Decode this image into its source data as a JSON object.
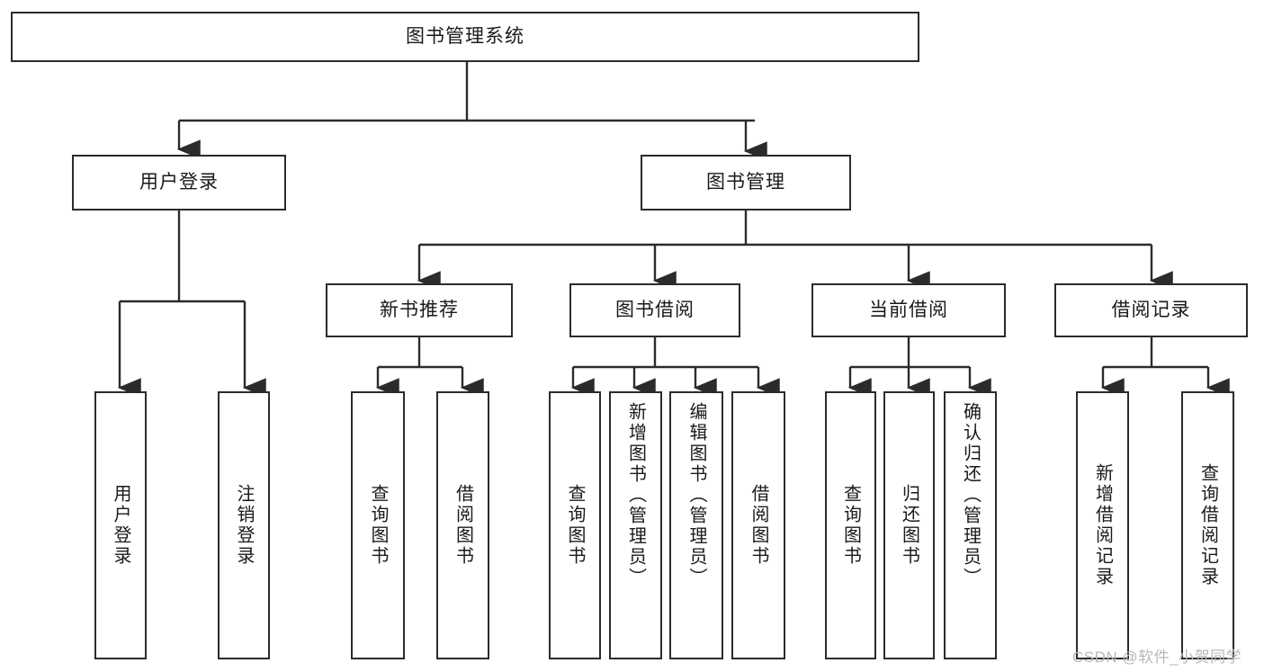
{
  "diagram": {
    "title": "图书管理系统",
    "type": "tree",
    "root": {
      "id": "root",
      "label": "图书管理系统"
    },
    "level1": [
      {
        "id": "user-login",
        "label": "用户登录"
      },
      {
        "id": "book-manage",
        "label": "图书管理"
      }
    ],
    "level2": [
      {
        "id": "new-book-recommend",
        "label": "新书推荐",
        "parent": "book-manage"
      },
      {
        "id": "book-borrow",
        "label": "图书借阅",
        "parent": "book-manage"
      },
      {
        "id": "current-borrow",
        "label": "当前借阅",
        "parent": "book-manage"
      },
      {
        "id": "borrow-record",
        "label": "借阅记录",
        "parent": "book-manage"
      }
    ],
    "leaves": {
      "user_login": [
        {
          "id": "leaf-user-login",
          "label": "用户登录"
        },
        {
          "id": "leaf-logout",
          "label": "注销登录"
        }
      ],
      "new_book_recommend": [
        {
          "id": "leaf-query-book-1",
          "label": "查询图书"
        },
        {
          "id": "leaf-borrow-book-1",
          "label": "借阅图书"
        }
      ],
      "book_borrow": [
        {
          "id": "leaf-query-book-2",
          "label": "查询图书"
        },
        {
          "id": "leaf-add-book",
          "label": "新增图书（管理员）"
        },
        {
          "id": "leaf-edit-book",
          "label": "编辑图书（管理员）"
        },
        {
          "id": "leaf-borrow-book-2",
          "label": "借阅图书"
        }
      ],
      "current_borrow": [
        {
          "id": "leaf-query-book-3",
          "label": "查询图书"
        },
        {
          "id": "leaf-return-book",
          "label": "归还图书"
        },
        {
          "id": "leaf-confirm-return",
          "label": "确认归还（管理员）"
        }
      ],
      "borrow_record": [
        {
          "id": "leaf-add-record",
          "label": "新增借阅记录"
        },
        {
          "id": "leaf-query-record",
          "label": "查询借阅记录"
        }
      ]
    },
    "colors": {
      "stroke": "#2b2b2b",
      "fill": "#ffffff",
      "text": "#1a1a1a",
      "watermark": "#b9b9b9"
    }
  },
  "watermark": {
    "text": "CSDN @软件_小贺同学"
  }
}
